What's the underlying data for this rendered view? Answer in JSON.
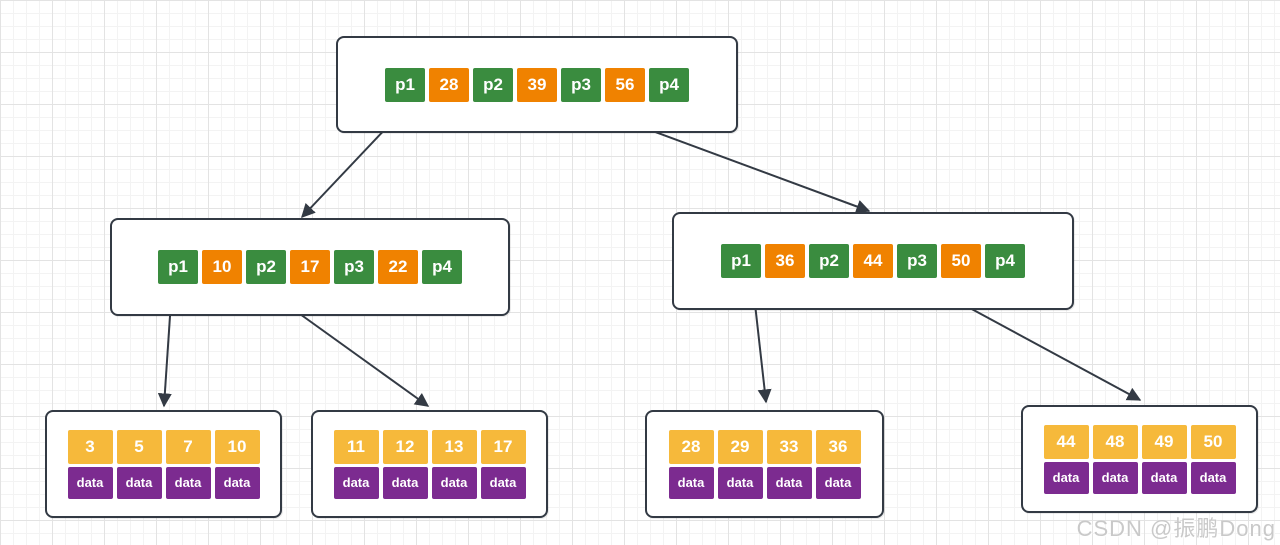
{
  "colors": {
    "pointer_green": "#3a8c3f",
    "key_orange": "#f08200",
    "leaf_key_yellow": "#f6b93b",
    "leaf_data_purple": "#7c2b90",
    "node_border": "#333a44",
    "arrow": "#333a44",
    "grid_minor": "#f3f3f3",
    "grid_major": "#e3e3e3",
    "watermark_gray": "#c9c9c9"
  },
  "nodes": {
    "root": {
      "cells": [
        "p1",
        "28",
        "p2",
        "39",
        "p3",
        "56",
        "p4"
      ]
    },
    "internal_left": {
      "cells": [
        "p1",
        "10",
        "p2",
        "17",
        "p3",
        "22",
        "p4"
      ]
    },
    "internal_right": {
      "cells": [
        "p1",
        "36",
        "p2",
        "44",
        "p3",
        "50",
        "p4"
      ]
    }
  },
  "leaves": [
    {
      "keys": [
        "3",
        "5",
        "7",
        "10"
      ],
      "data": [
        "data",
        "data",
        "data",
        "data"
      ]
    },
    {
      "keys": [
        "11",
        "12",
        "13",
        "17"
      ],
      "data": [
        "data",
        "data",
        "data",
        "data"
      ]
    },
    {
      "keys": [
        "28",
        "29",
        "33",
        "36"
      ],
      "data": [
        "data",
        "data",
        "data",
        "data"
      ]
    },
    {
      "keys": [
        "44",
        "48",
        "49",
        "50"
      ],
      "data": [
        "data",
        "data",
        "data",
        "data"
      ]
    }
  ],
  "watermark": "CSDN @振鹏Dong"
}
